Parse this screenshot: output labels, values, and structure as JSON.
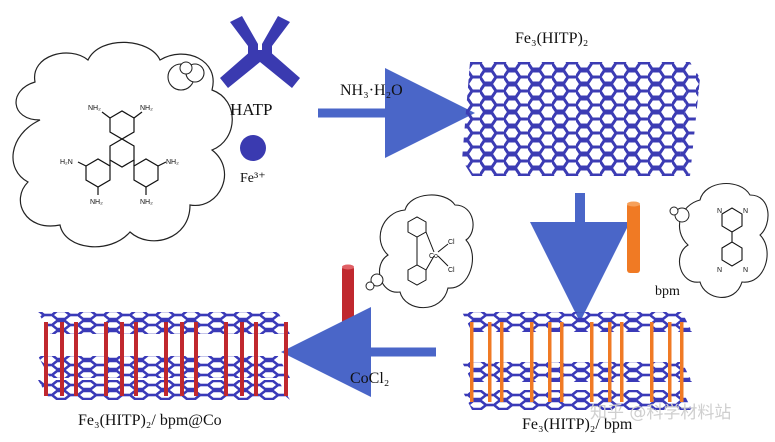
{
  "labels": {
    "hatp": "HATP",
    "fe_ion": "Fe³⁺",
    "reagent_top": "NH₃·H₂O",
    "product_top": "Fe₃(HITP)₂",
    "bpm": "bpm",
    "reagent_bottom": "CoCl₂",
    "product_bottom_left": "Fe₃(HITP)₂/ bpm@Co",
    "product_bottom_right": "Fe₃(HITP)₂/ bpm"
  },
  "molecule_labels": {
    "amine": "NH₂",
    "amine_left": "H₂N",
    "cobalt": "Co",
    "chloride": "Cl",
    "pyrimidine_n": "N"
  },
  "watermark": "知乎 @科学材料站",
  "colors": {
    "framework_blue": "#3c3cb4",
    "arrow_blue": "#4a66c8",
    "pillar_red": "#c0282e",
    "pillar_orange": "#f07a24",
    "fe_ball": "#3a3ab0"
  }
}
